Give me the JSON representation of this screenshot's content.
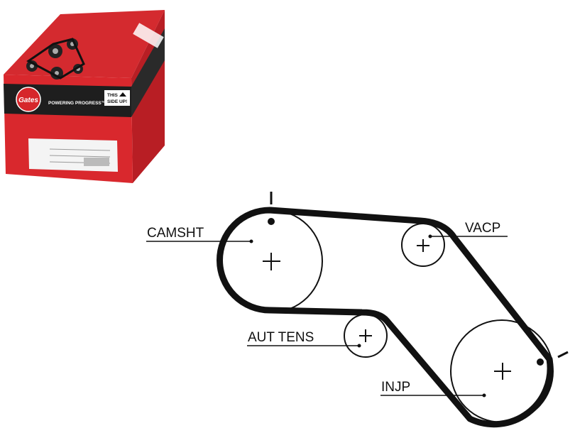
{
  "product_box": {
    "brand": "Gates",
    "slogan": "POWERING PROGRESS™",
    "orientation_label_1": "THIS",
    "orientation_label_2": "SIDE UP!",
    "colors": {
      "red": "#d6262b",
      "dark": "#1c1c1c",
      "label": "#f4f4f4"
    }
  },
  "diagram": {
    "labels": {
      "camshaft": "CAMSHT",
      "vacuum_pump": "VACP",
      "auto_tensioner": "AUT TENS",
      "injection_pump": "INJP"
    },
    "colors": {
      "belt": "#111111",
      "pulley": "#111111"
    }
  }
}
